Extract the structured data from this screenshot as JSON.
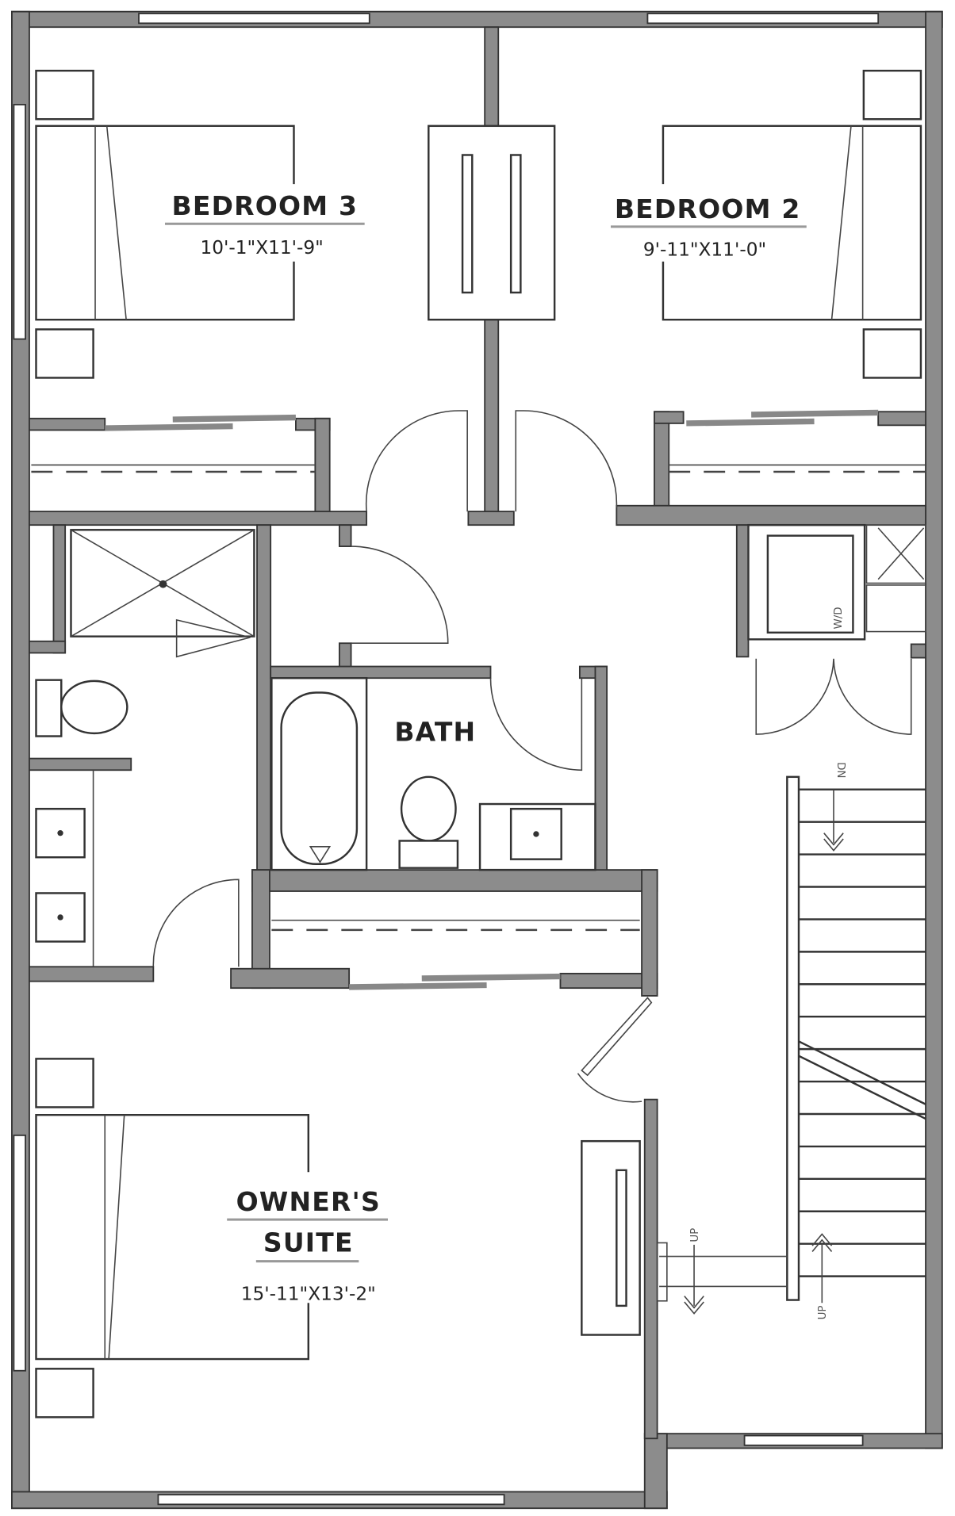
{
  "plan": {
    "rooms": [
      {
        "name": "BEDROOM 3",
        "dimensions": "10'-1\"X11'-9\""
      },
      {
        "name": "BEDROOM 2",
        "dimensions": "9'-11\"X11'-0\""
      },
      {
        "name": "BATH"
      },
      {
        "name_line1": "OWNER'S",
        "name_line2": "SUITE",
        "dimensions": "15'-11\"X13'-2\""
      }
    ],
    "laundry_label": "W/D",
    "stair_labels": {
      "down": "DN",
      "up_1": "UP",
      "up_2": "UP"
    }
  },
  "colors": {
    "wall": "#8c8c8c",
    "line": "#333333"
  }
}
